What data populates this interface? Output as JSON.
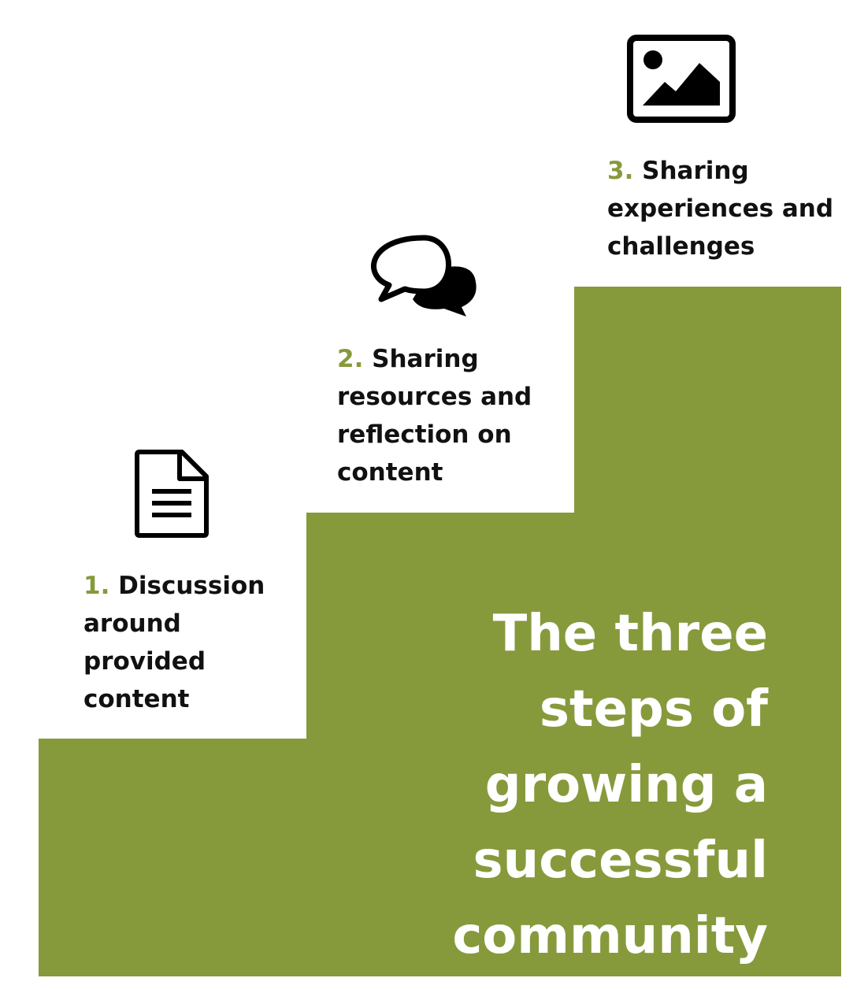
{
  "colors": {
    "step_fill": "#869a3c",
    "number_accent": "#869a3c",
    "label_text": "#111111",
    "headline_text": "#ffffff"
  },
  "steps": [
    {
      "number": "1.",
      "label": "Discussion around provided content",
      "icon": "document-icon"
    },
    {
      "number": "2.",
      "label": "Sharing resources and reflection on content",
      "icon": "speech-bubbles-icon"
    },
    {
      "number": "3.",
      "label": "Sharing experiences and challenges",
      "icon": "image-icon"
    }
  ],
  "headline": "The three steps of growing a successful community"
}
